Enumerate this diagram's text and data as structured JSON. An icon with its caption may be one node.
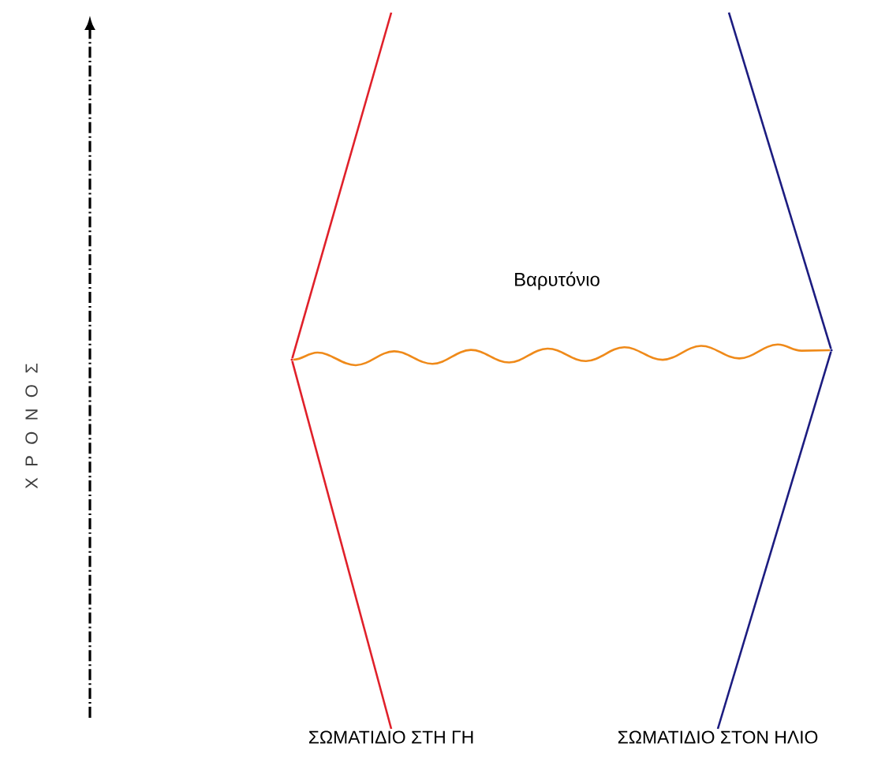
{
  "diagram": {
    "nodes": [
      {
        "text": [
          "ΣΩΜΑΤΙΔΙΟ ΣΤΗ ΓΗ"
        ]
      },
      {
        "text": [
          "ΣΩΜΑΤΙΔΙΟ ΣΤΟΝ ΗΛΙΟ"
        ]
      },
      {
        "text": [],
        "shape": "point"
      },
      {
        "text": [],
        "shape": "point"
      }
    ],
    "edges": [
      {
        "from": 0,
        "to": 2,
        "arrow": "none",
        "color": "#e0202a"
      },
      {
        "from": 2,
        "to": null,
        "arrow": "none",
        "color": "#e0202a"
      },
      {
        "from": 1,
        "to": 3,
        "arrow": "none",
        "color": "#1c1c80"
      },
      {
        "from": 3,
        "to": null,
        "arrow": "none",
        "color": "#1c1c80"
      },
      {
        "from": 2,
        "to": 3,
        "arrow": "none",
        "color": "#ef8a1a",
        "label": "Βαρυτόνιο"
      }
    ],
    "labels": [
      "Χ Ρ Ο Ν Ο Σ"
    ]
  }
}
